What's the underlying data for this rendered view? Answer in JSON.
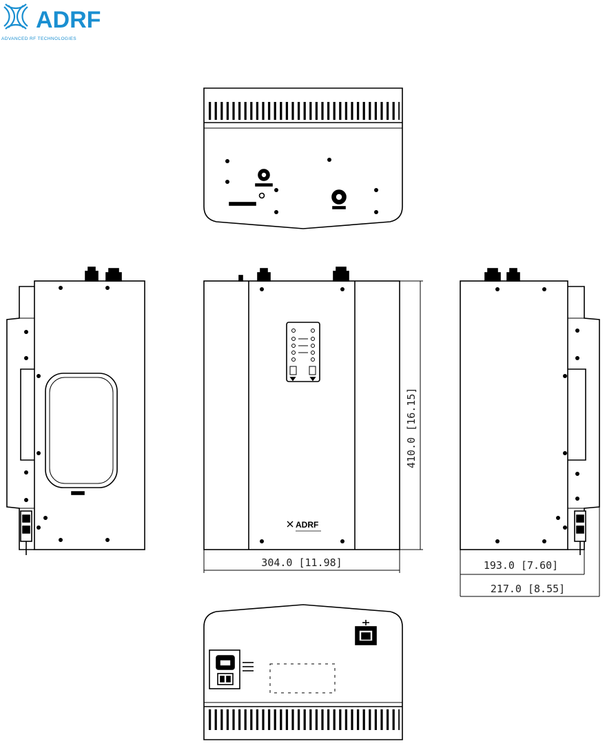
{
  "brand": {
    "name": "ADRF",
    "tagline": "ADVANCED RF TECHNOLOGIES",
    "accent_color": "#1a8fd1"
  },
  "dimensions": {
    "front_height": "410.0 [16.15]",
    "front_width": "304.0 [11.98]",
    "side_depth_body": "193.0 [7.60]",
    "side_depth_overall": "217.0 [8.55]"
  },
  "panel_logo": "ADRF",
  "icons": [
    "adrf-logo-icon",
    "ac-power-inlet-icon",
    "ethernet-port-icon",
    "rf-connector-icon",
    "led-panel-icon"
  ]
}
